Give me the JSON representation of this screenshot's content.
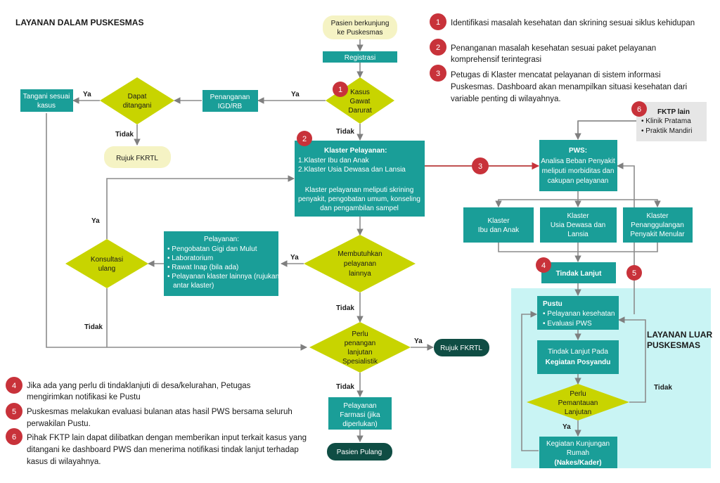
{
  "title": "LAYANAN DALAM PUSKESMAS",
  "luar_title": [
    "LAYANAN LUAR",
    "PUSKESMAS"
  ],
  "colors": {
    "teal": "#1a9e98",
    "green_diamond": "#c8d400",
    "cream": "#f5f3c4",
    "dark_teal": "#0f4d44",
    "red_badge": "#c8323a",
    "light_cyan": "#c9f4f4",
    "gray_box": "#e6e6e6",
    "arrow": "#8c8c8c"
  },
  "nodes": {
    "start": [
      "Pasien berkunjung",
      "ke Puskesmas"
    ],
    "registrasi": "Registrasi",
    "kasus": [
      "Kasus",
      "Gawat",
      "Darurat"
    ],
    "igd": [
      "Penanganan",
      "IGD/RB"
    ],
    "dapat": [
      "Dapat",
      "ditangani"
    ],
    "tangani": [
      "Tangani sesuai",
      "kasus"
    ],
    "rujuk1": "Rujuk FKRTL",
    "klaster_title": "Klaster Pelayanan:",
    "klaster_items": [
      "1.Klaster Ibu dan Anak",
      "2.Klaster Usia Dewasa dan Lansia"
    ],
    "klaster_desc": [
      "Klaster pelayanan meliputi skrining",
      "penyakit, pengobatan umum, konseling",
      "dan pengambilan sampel"
    ],
    "membutuhkan": [
      "Membutuhkan",
      "pelayanan",
      "lainnya"
    ],
    "pelayanan_title": "Pelayanan:",
    "pelayanan_items": [
      "Pengobatan Gigi dan Mulut",
      "Laboratorium",
      "Rawat Inap (bila ada)",
      "Pelayanan klaster lainnya (rujukan",
      "antar klaster)"
    ],
    "konsultasi": [
      "Konsultasi",
      "ulang"
    ],
    "perlu": [
      "Perlu",
      "penangan",
      "lanjutan",
      "Spesialistik"
    ],
    "rujuk2": "Rujuk FKRTL",
    "farmasi": [
      "Pelayanan",
      "Farmasi (jika",
      "diperlukan)"
    ],
    "pulang": "Pasien Pulang",
    "pws_title": "PWS:",
    "pws_desc": [
      "Analisa Beban Penyakit",
      "meliputi morbiditas dan",
      "cakupan pelayanan"
    ],
    "k_ibu": [
      "Klaster",
      "Ibu dan Anak"
    ],
    "k_dewasa": [
      "Klaster",
      "Usia Dewasa dan",
      "Lansia"
    ],
    "k_menular": [
      "Klaster",
      "Penanggulangan",
      "Penyakit Menular"
    ],
    "tindak": "Tindak Lanjut",
    "pustu_title": "Pustu",
    "pustu_items": [
      "Pelayanan kesehatan",
      "Evaluasi PWS"
    ],
    "posyandu": [
      "Tindak Lanjut Pada",
      "Kegiatan Posyandu"
    ],
    "pemantauan": [
      "Perlu",
      "Pemantauan",
      "Lanjutan"
    ],
    "kunjungan": [
      "Kegiatan Kunjungan",
      "Rumah",
      "(Nakes/Kader)"
    ],
    "fktp_title": "FKTP lain",
    "fktp_items": [
      "Klinik Pratama",
      "Praktik Mandiri"
    ]
  },
  "edge_labels": {
    "ya": "Ya",
    "tidak": "Tidak"
  },
  "badges": [
    "1",
    "2",
    "3",
    "4",
    "5",
    "6"
  ],
  "notes_top": [
    {
      "num": "1",
      "lines": [
        "Identifikasi masalah kesehatan dan skrining sesuai siklus kehidupan"
      ]
    },
    {
      "num": "2",
      "lines": [
        "Penanganan masalah kesehatan sesuai paket pelayanan",
        "komprehensif terintegrasi"
      ]
    },
    {
      "num": "3",
      "lines": [
        "Petugas di Klaster mencatat pelayanan di sistem informasi",
        "Puskesmas. Dashboard akan menampilkan situasi kesehatan dari",
        "variable penting di wilayahnya."
      ]
    }
  ],
  "notes_bottom": [
    {
      "num": "4",
      "lines": [
        "Jika ada yang perlu di tindaklanjuti di desa/kelurahan, Petugas",
        "mengirimkan notifikasi ke Pustu"
      ]
    },
    {
      "num": "5",
      "lines": [
        "Puskesmas melakukan evaluasi bulanan atas hasil PWS bersama seluruh",
        "perwakilan Pustu."
      ]
    },
    {
      "num": "6",
      "lines": [
        "Pihak FKTP lain dapat dilibatkan dengan memberikan input terkait kasus yang",
        "ditangani ke dashboard PWS dan menerima notifikasi tindak lanjut terhadap",
        "kasus di wilayahnya."
      ]
    }
  ]
}
